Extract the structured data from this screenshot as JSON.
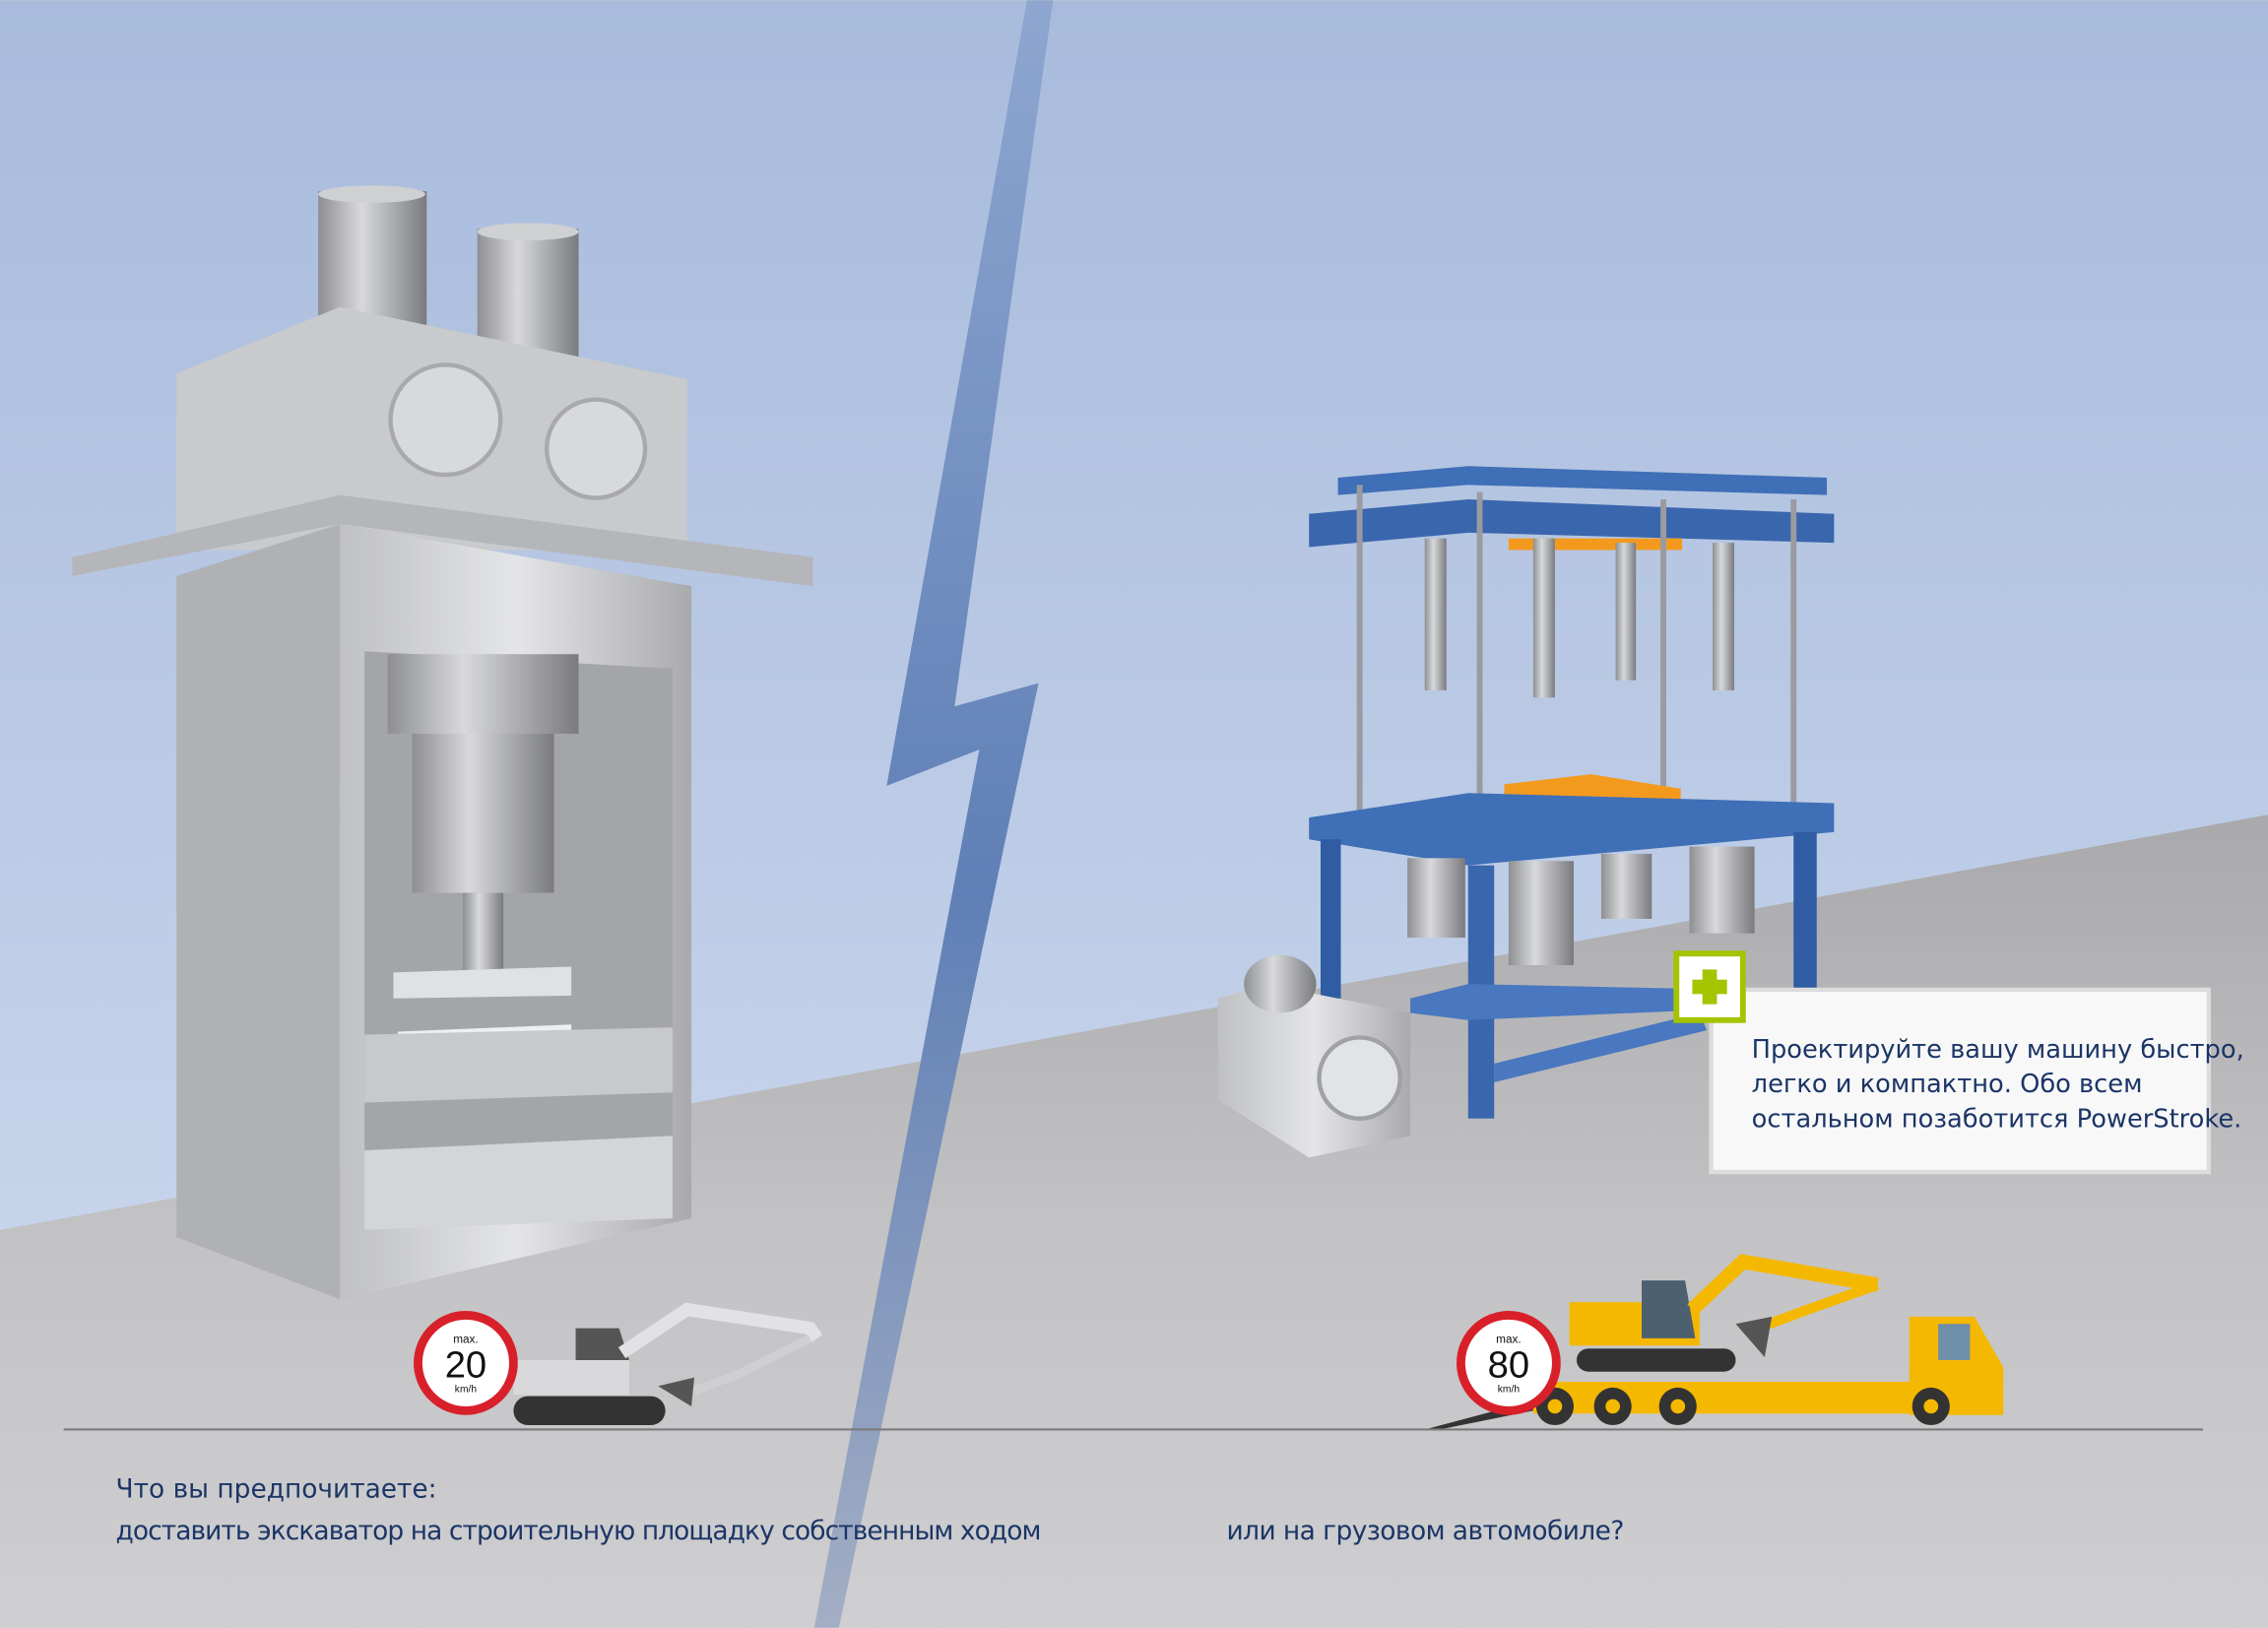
{
  "colors": {
    "sky_top": "#a8bbdc",
    "sky_bottom": "#ccd9ef",
    "floor": "#c4c4c6",
    "bolt": "#7f97c4",
    "text": "#1b3566",
    "accent_green": "#a4c400",
    "table_blue": "#3f6fb6",
    "orange": "#f39a1e",
    "excavator_yellow": "#f5b800"
  },
  "callout": {
    "icon": "plus-icon",
    "lines": [
      "Проектируйте вашу машину быстро,",
      "легко и компактно. Обо всем",
      "остальном позаботится PowerStroke."
    ]
  },
  "signs": [
    {
      "top": "max.",
      "value": "20",
      "unit": "km/h"
    },
    {
      "top": "max.",
      "value": "80",
      "unit": "km/h"
    }
  ],
  "caption": {
    "question": "Что вы предпочитаете:",
    "option_left": "доставить экскаватор на строительную площадку собственным ходом",
    "option_right": "или на грузовом автомобиле?"
  }
}
